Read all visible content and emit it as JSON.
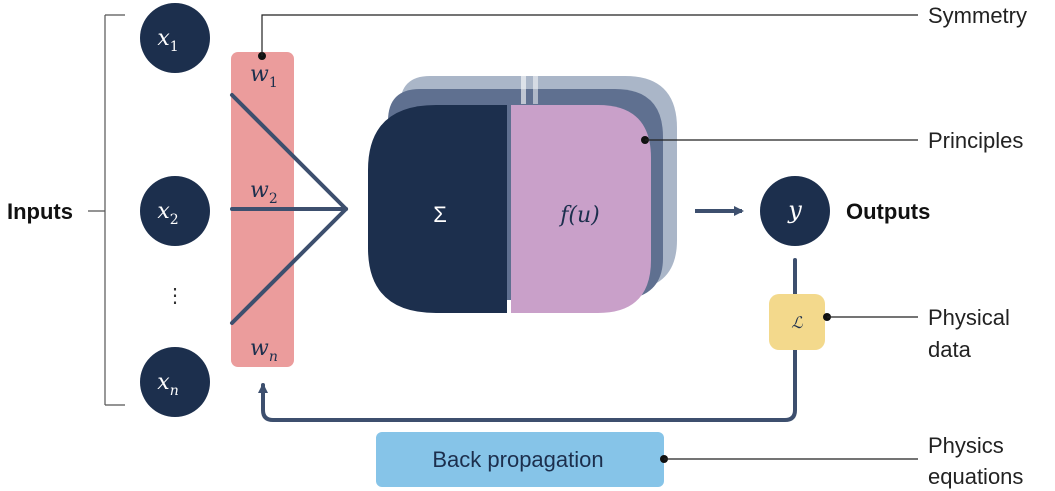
{
  "inputs": {
    "label": "Inputs",
    "nodes": [
      {
        "base": "x",
        "sub": "1"
      },
      {
        "base": "x",
        "sub": "2"
      },
      {
        "base": "x",
        "sub": "n"
      }
    ],
    "ellipsis": "⋮"
  },
  "weights": [
    {
      "base": "w",
      "sub": "1"
    },
    {
      "base": "w",
      "sub": "2"
    },
    {
      "base": "w",
      "sub": "n"
    }
  ],
  "neuron": {
    "sum_symbol": "Σ",
    "activation": "f(u)"
  },
  "output": {
    "node": "y",
    "label": "Outputs"
  },
  "loss": {
    "symbol": "ℒ"
  },
  "back_propagation": {
    "label": "Back propagation"
  },
  "annotations": {
    "symmetry": "Symmetry",
    "principles": "Principles",
    "physical_data_line1": "Physical",
    "physical_data_line2": "data",
    "physics_equations_line1": "Physics",
    "physics_equations_line2": "equations"
  },
  "colors": {
    "navy": "#1c2f4d",
    "weight_bar": "#eb9c9c",
    "activation": "#c9a0c9",
    "loss_box": "#f3d98c",
    "backprop_box": "#86c4e8",
    "line": "#3d4f6e"
  }
}
